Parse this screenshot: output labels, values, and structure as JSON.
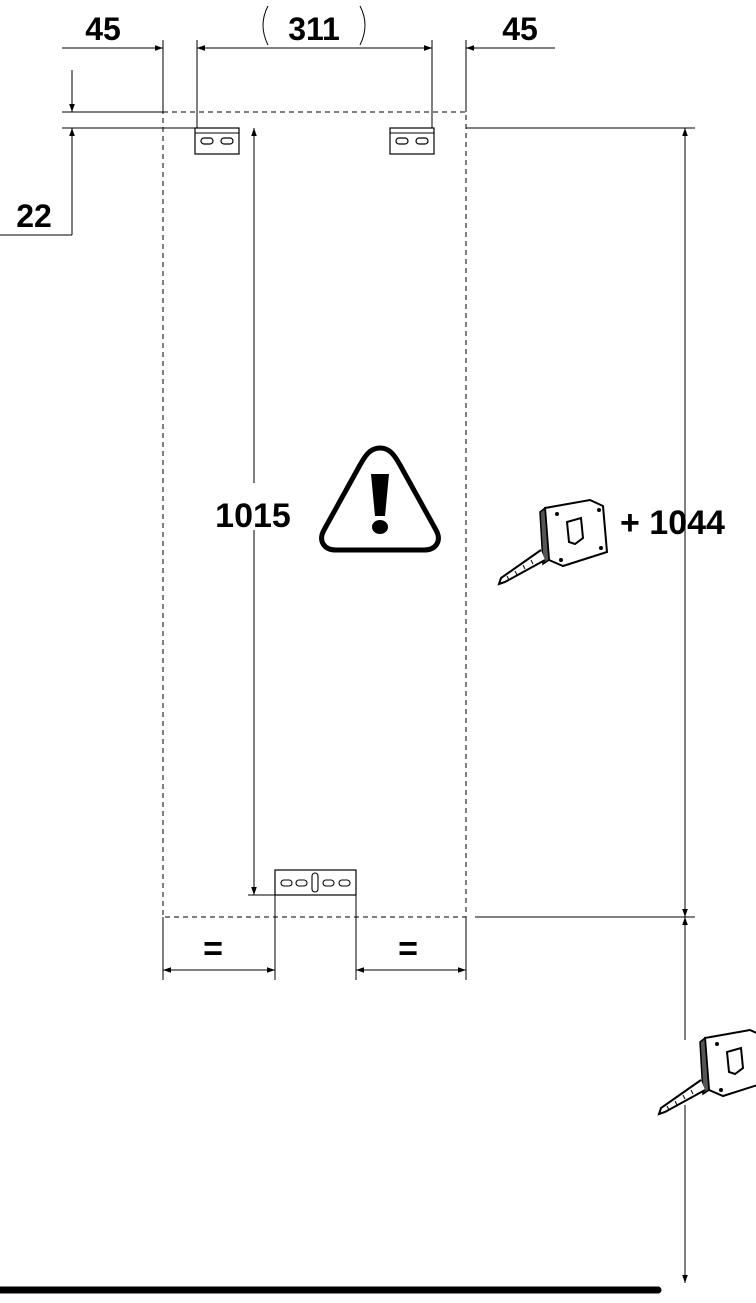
{
  "dimensions": {
    "left_offset": "45",
    "bracket_spacing": "311",
    "right_offset": "45",
    "top_offset": "22",
    "bracket_vertical": "1015",
    "total_height": "+ 1044",
    "equal_left": "=",
    "equal_right": "="
  },
  "icons": {
    "warning": "warning-triangle-icon",
    "tape_measure": "tape-measure-icon"
  },
  "colors": {
    "line": "#000000",
    "background": "#ffffff"
  }
}
